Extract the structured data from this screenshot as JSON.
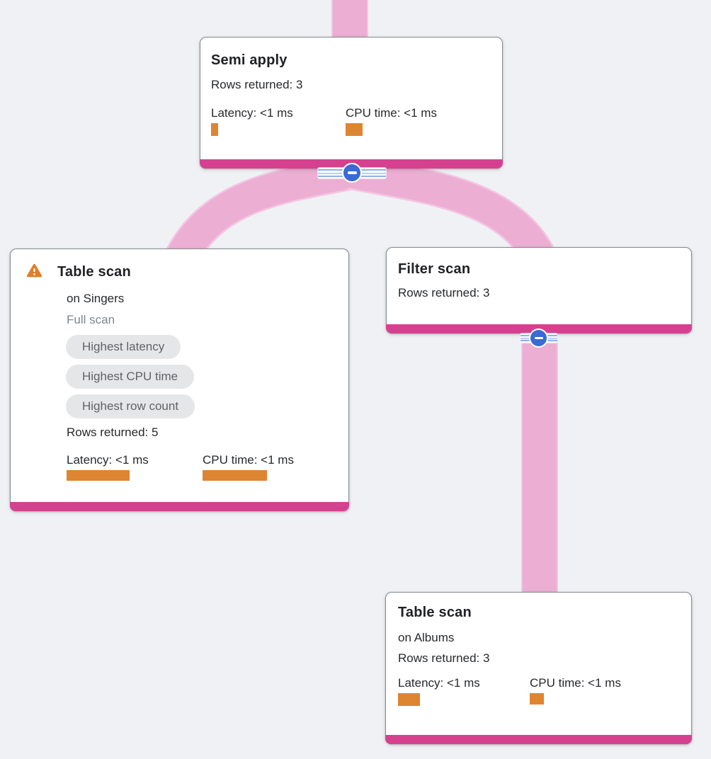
{
  "app": {
    "view_name": "Query plan visualizer canvas"
  },
  "colors": {
    "background": "#f0f1f4",
    "edge_pink": "#ecaed3",
    "edge_pink_light": "#f3c6e2",
    "node_accent_magenta": "#d6418f",
    "metric_bar_orange": "#de8532",
    "collapse_button_blue": "#3a6ad3",
    "warning_orange": "#df7e27",
    "badge_bg": "#e5e6e7",
    "badge_text": "#5f6368",
    "text_primary": "#202124",
    "text_muted": "#80868b",
    "card_border_gray": "#868c92"
  },
  "icons": {
    "warning": "warning-triangle-icon",
    "collapse": "minus-icon"
  },
  "edges": [
    {
      "from": "offscreen-top",
      "to": "Semi apply"
    },
    {
      "from": "Semi apply",
      "to": "Table scan (on Singers)"
    },
    {
      "from": "Semi apply",
      "to": "Filter scan"
    },
    {
      "from": "Filter scan",
      "to": "Table scan (on Albums)"
    }
  ],
  "collapse_controls": [
    {
      "node": "Semi apply",
      "state": "expanded",
      "icon": "minus-icon"
    },
    {
      "node": "Filter scan",
      "state": "expanded",
      "icon": "minus-icon"
    }
  ],
  "nodes": [
    {
      "title": "Semi apply",
      "rows_returned": "Rows returned: 3",
      "latency_label": "Latency: <1 ms",
      "cpu_label": "CPU time: <1 ms",
      "latency_bar_style": "width:10px;height:18px",
      "cpu_bar_style": "width:24px;height:18px"
    },
    {
      "title": "Table scan",
      "subtitle": "on Singers",
      "scan_type": "Full scan",
      "has_warning": "true",
      "badges": [
        "Highest latency",
        "Highest CPU time",
        "Highest row count"
      ],
      "rows_returned": "Rows returned: 5",
      "latency_label": "Latency: <1 ms",
      "cpu_label": "CPU time: <1 ms",
      "latency_bar_style": "width:89px;height:15px",
      "cpu_bar_style": "width:91px;height:15px"
    },
    {
      "title": "Filter scan",
      "rows_returned": "Rows returned: 3"
    },
    {
      "title": "Table scan",
      "subtitle": "on Albums",
      "rows_returned": "Rows returned: 3",
      "latency_label": "Latency: <1 ms",
      "cpu_label": "CPU time: <1 ms",
      "latency_bar_style": "width:31px;height:18px",
      "cpu_bar_style": "width:20px;height:16px"
    }
  ]
}
